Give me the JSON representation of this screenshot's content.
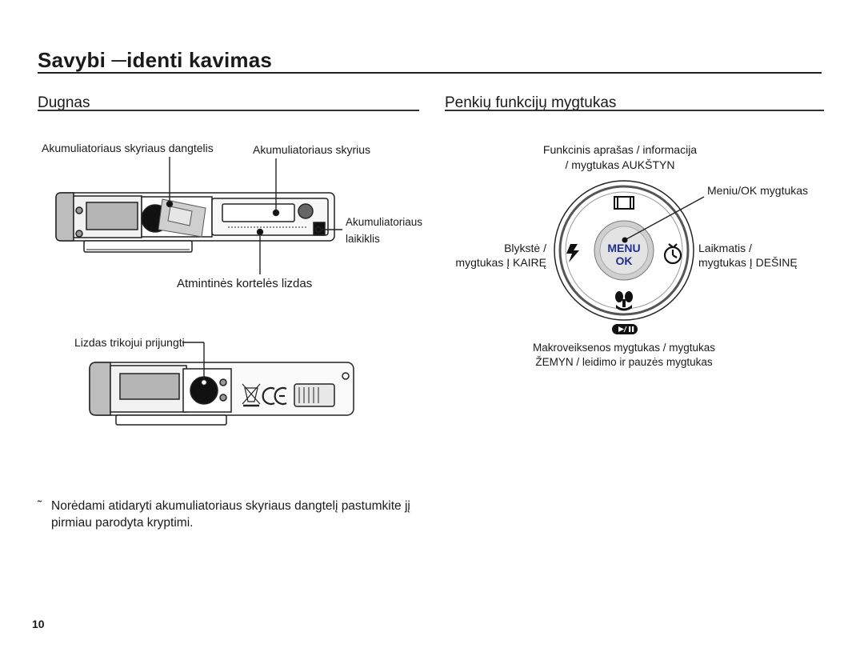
{
  "page": {
    "title": "Savybi ─identi kavimas",
    "number": "10"
  },
  "bottom_section": {
    "heading": "Dugnas",
    "labels": {
      "battery_cover": "Akumuliatoriaus skyriaus dangtelis",
      "battery_compartment": "Akumuliatoriaus skyrius",
      "battery_holder_line1": "Akumuliatoriaus",
      "battery_holder_line2": "laikiklis",
      "memory_card_slot": "Atmintinės kortelės lizdas",
      "tripod_socket": "Lizdas trikojui prijungti"
    }
  },
  "five_function_section": {
    "heading": "Penkių funkcijų mygtukas",
    "labels": {
      "up_line1": "Funkcinis aprašas / informacija",
      "up_line2": "/ mygtukas AUKŠTYN",
      "menu_ok": "Meniu/OK mygtukas",
      "left_line1": "Blykstė /",
      "left_line2": "mygtukas Į KAIRĘ",
      "right_line1": "Laikmatis /",
      "right_line2": "mygtukas Į DEŠINĘ",
      "down_line1": "Makroveiksenos mygtukas / mygtukas",
      "down_line2": "ŽEMYN / leidimo ir pauzės mygtukas"
    },
    "button_text": {
      "menu": "MENU",
      "ok": "OK"
    },
    "icons": [
      "display-icon",
      "flash-icon",
      "self-timer-icon",
      "macro-icon",
      "play-pause-icon"
    ]
  },
  "note": {
    "bullet": "˜",
    "text": "Norėdami atidaryti akumuliatoriaus skyriaus dangtelį pastumkite jį pirmiau parodyta kryptimi."
  }
}
